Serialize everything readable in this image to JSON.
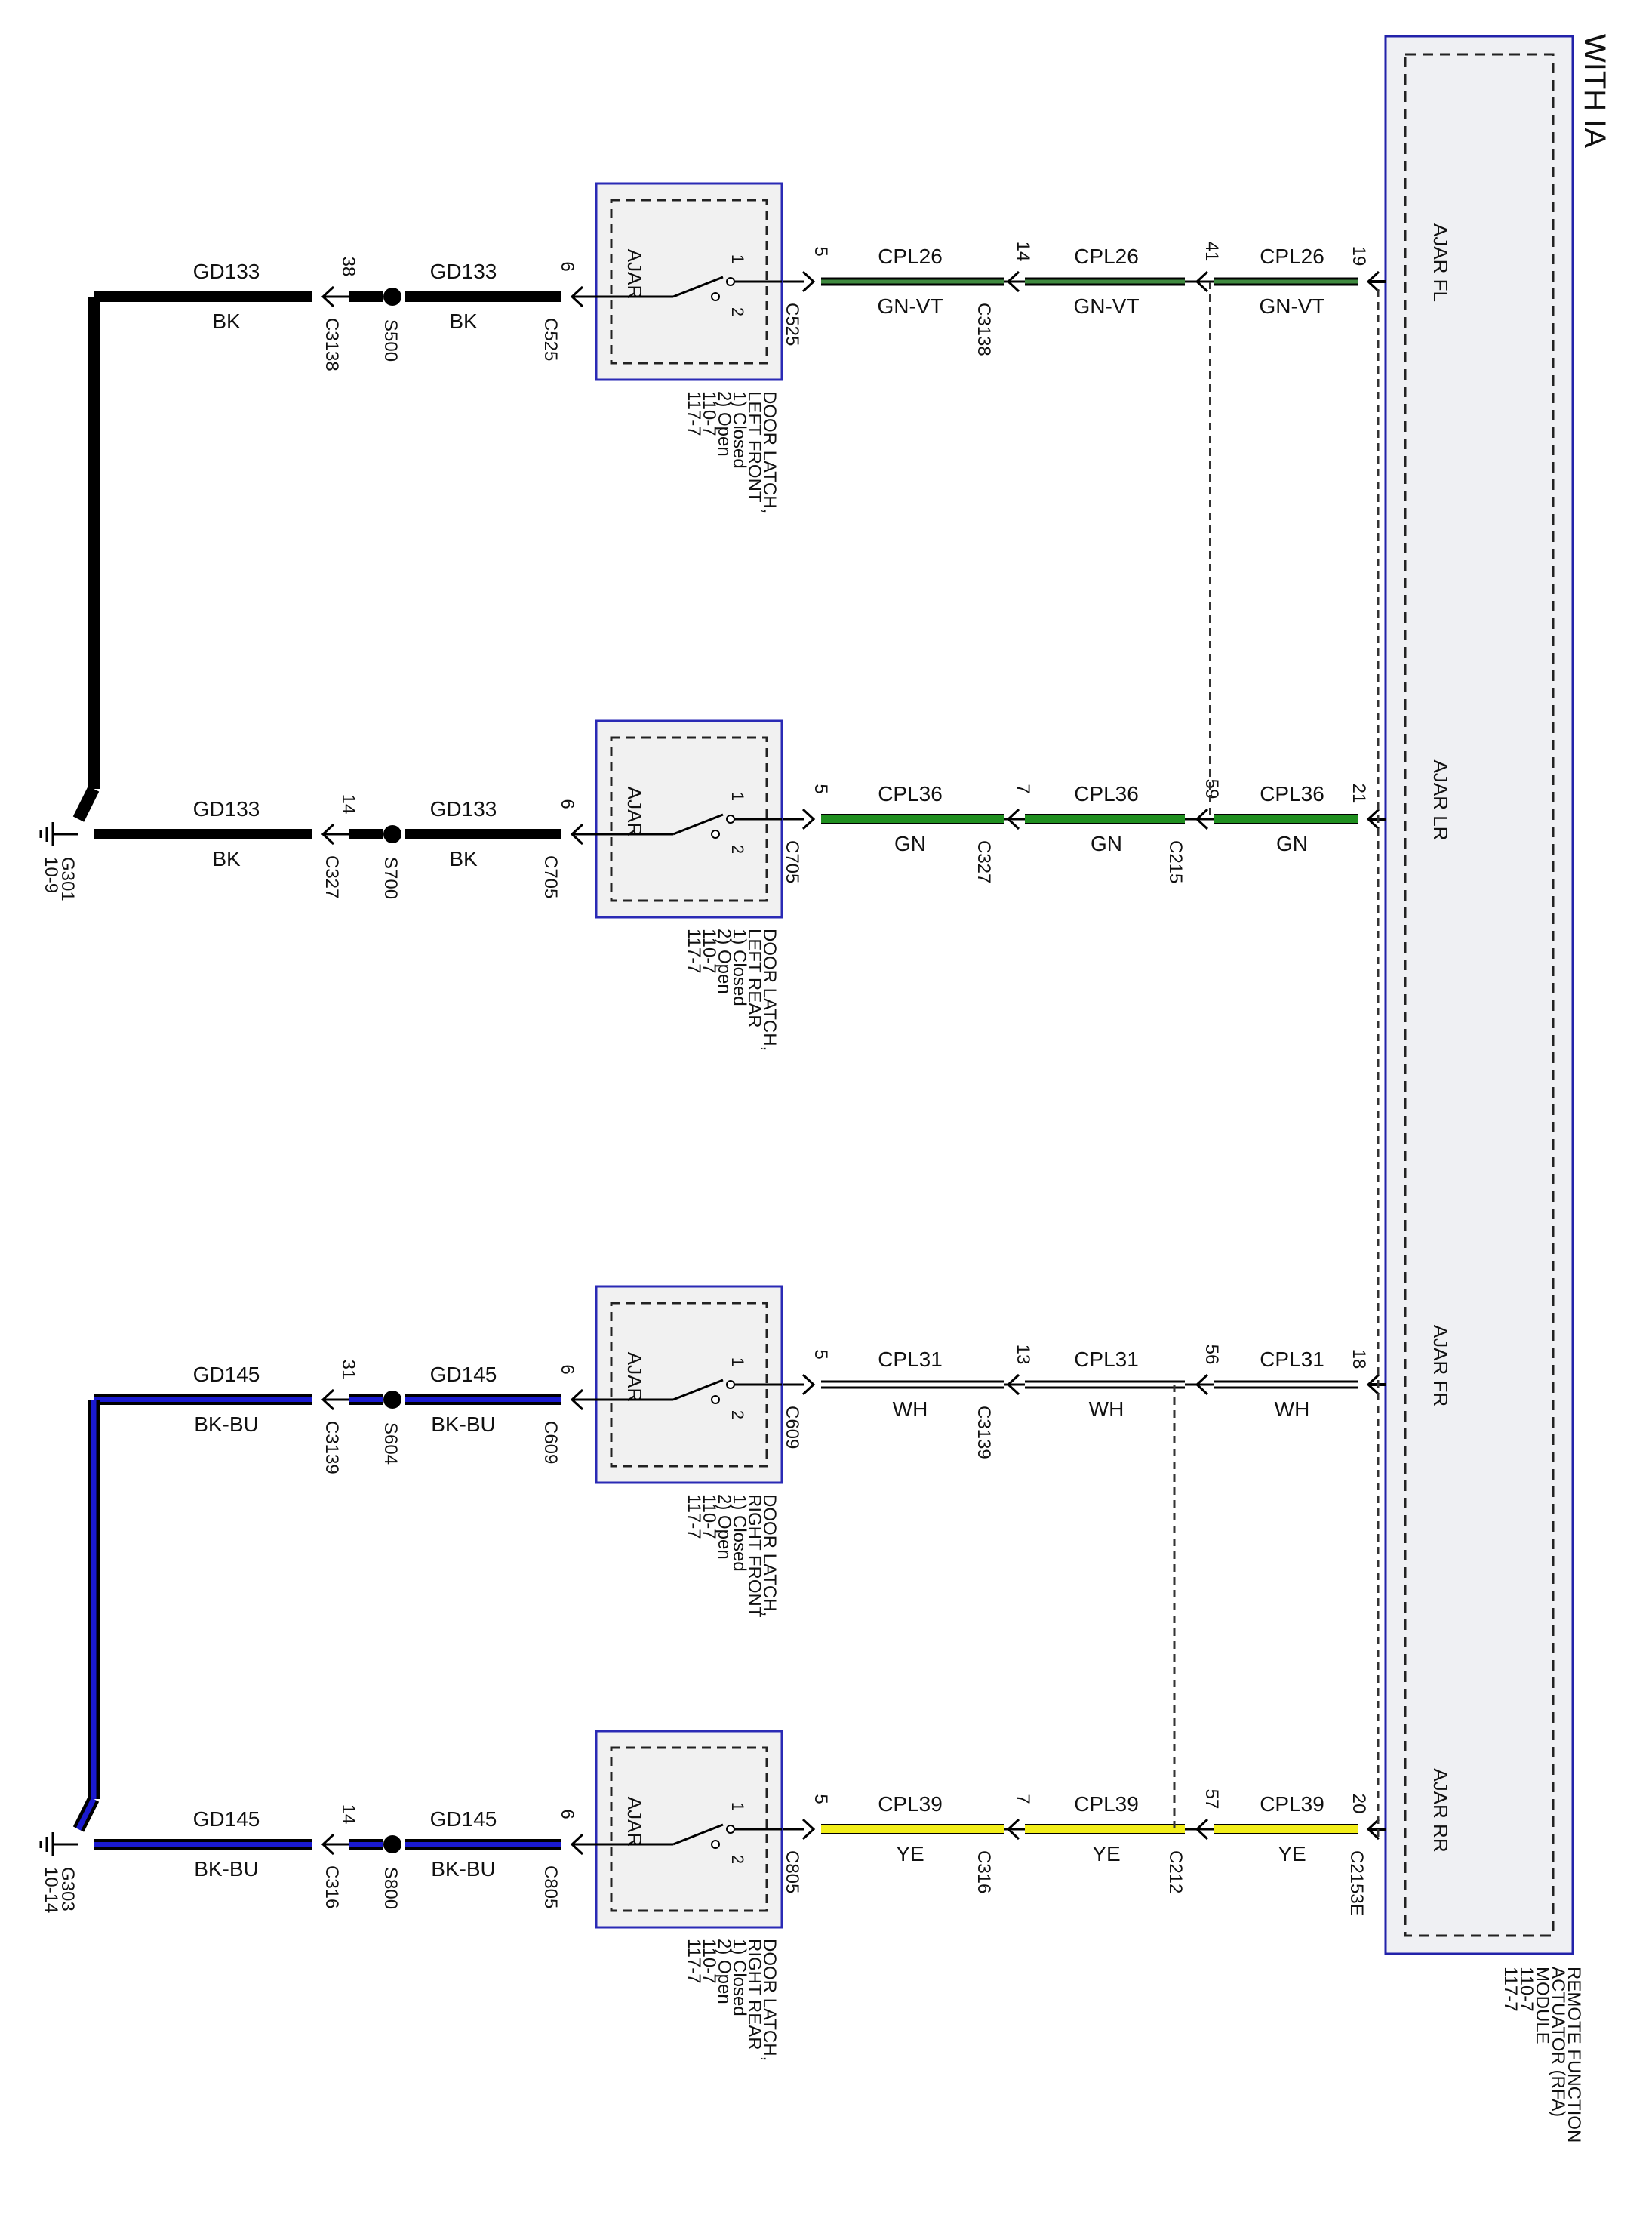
{
  "title": "WITH IA",
  "module": {
    "name_lines": [
      "REMOTE FUNCTION",
      "ACTUATOR (RFA)",
      "MODULE",
      "110-7",
      "117-7"
    ],
    "connector": "C2153E"
  },
  "doors": [
    {
      "key": "lf",
      "pin_label": "AJAR FL",
      "module_pin": "19",
      "wire_color": "#3f8a3f",
      "wire_style": "double",
      "segments": [
        {
          "circuit": "CPL26",
          "color": "GN-VT"
        },
        {
          "circuit": "CPL26",
          "color": "GN-VT"
        },
        {
          "circuit": "CPL26",
          "color": "GN-VT"
        }
      ],
      "conn_mid": {
        "pin": "14",
        "name": "C3138"
      },
      "conn_near": {
        "pin": "41",
        "name": ""
      },
      "latch": {
        "in_pin": "5",
        "in_conn": "C525",
        "out_pin": "6",
        "out_conn": "C525",
        "label": "AJAR",
        "sw1": "1",
        "sw2": "2",
        "caption": [
          "DOOR LATCH,",
          "LEFT FRONT",
          "1) Closed",
          "2) Open",
          "110-7",
          "117-7"
        ]
      },
      "ground": {
        "circuit": "GD133",
        "color": "BK",
        "splice": "S500",
        "conn_pin": "38",
        "conn_name": "C3138"
      }
    },
    {
      "key": "lr",
      "pin_label": "AJAR LR",
      "module_pin": "21",
      "wire_color": "#1f8f1f",
      "wire_style": "solid",
      "segments": [
        {
          "circuit": "CPL36",
          "color": "GN"
        },
        {
          "circuit": "CPL36",
          "color": "GN"
        },
        {
          "circuit": "CPL36",
          "color": "GN"
        }
      ],
      "conn_mid": {
        "pin": "7",
        "name": "C327"
      },
      "conn_near": {
        "pin": "59",
        "name": "C215"
      },
      "latch": {
        "in_pin": "5",
        "in_conn": "C705",
        "out_pin": "6",
        "out_conn": "C705",
        "label": "AJAR",
        "sw1": "1",
        "sw2": "2",
        "caption": [
          "DOOR LATCH,",
          "LEFT REAR",
          "1) Closed",
          "2) Open",
          "110-7",
          "117-7"
        ]
      },
      "ground": {
        "circuit": "GD133",
        "color": "BK",
        "splice": "S700",
        "conn_pin": "14",
        "conn_name": "C327",
        "gnd": "G301",
        "gnd_ref": "10-9"
      }
    },
    {
      "key": "rf",
      "pin_label": "AJAR FR",
      "module_pin": "18",
      "wire_color": "#ffffff",
      "wire_style": "double",
      "segments": [
        {
          "circuit": "CPL31",
          "color": "WH"
        },
        {
          "circuit": "CPL31",
          "color": "WH"
        },
        {
          "circuit": "CPL31",
          "color": "WH"
        }
      ],
      "conn_mid": {
        "pin": "13",
        "name": "C3139"
      },
      "conn_near": {
        "pin": "56",
        "name": ""
      },
      "latch": {
        "in_pin": "5",
        "in_conn": "C609",
        "out_pin": "6",
        "out_conn": "C609",
        "label": "AJAR",
        "sw1": "1",
        "sw2": "2",
        "caption": [
          "DOOR LATCH,",
          "RIGHT FRONT",
          "1) Closed",
          "2) Open",
          "110-7",
          "117-7"
        ]
      },
      "ground": {
        "circuit": "GD145",
        "color": "BK-BU",
        "splice": "S604",
        "conn_pin": "31",
        "conn_name": "C3139"
      }
    },
    {
      "key": "rr",
      "pin_label": "AJAR RR",
      "module_pin": "20",
      "wire_color": "#f2ee1a",
      "wire_style": "solid",
      "segments": [
        {
          "circuit": "CPL39",
          "color": "YE"
        },
        {
          "circuit": "CPL39",
          "color": "YE"
        },
        {
          "circuit": "CPL39",
          "color": "YE"
        }
      ],
      "conn_mid": {
        "pin": "7",
        "name": "C316"
      },
      "conn_near": {
        "pin": "57",
        "name": "C212"
      },
      "latch": {
        "in_pin": "5",
        "in_conn": "C805",
        "out_pin": "6",
        "out_conn": "C805",
        "label": "AJAR",
        "sw1": "1",
        "sw2": "2",
        "caption": [
          "DOOR LATCH,",
          "RIGHT REAR",
          "1) Closed",
          "2) Open",
          "110-7",
          "117-7"
        ]
      },
      "ground": {
        "circuit": "GD145",
        "color": "BK-BU",
        "splice": "S800",
        "conn_pin": "14",
        "conn_name": "C316",
        "gnd": "G303",
        "gnd_ref": "10-14"
      }
    }
  ],
  "colors": {
    "module_fill": "#eff0f3",
    "module_border": "#2222aa",
    "latch_fill": "#f1f1f1",
    "latch_border": "#2a2ab5",
    "ground_bk": "#000000",
    "ground_bkbu": "#1a1ad0"
  }
}
